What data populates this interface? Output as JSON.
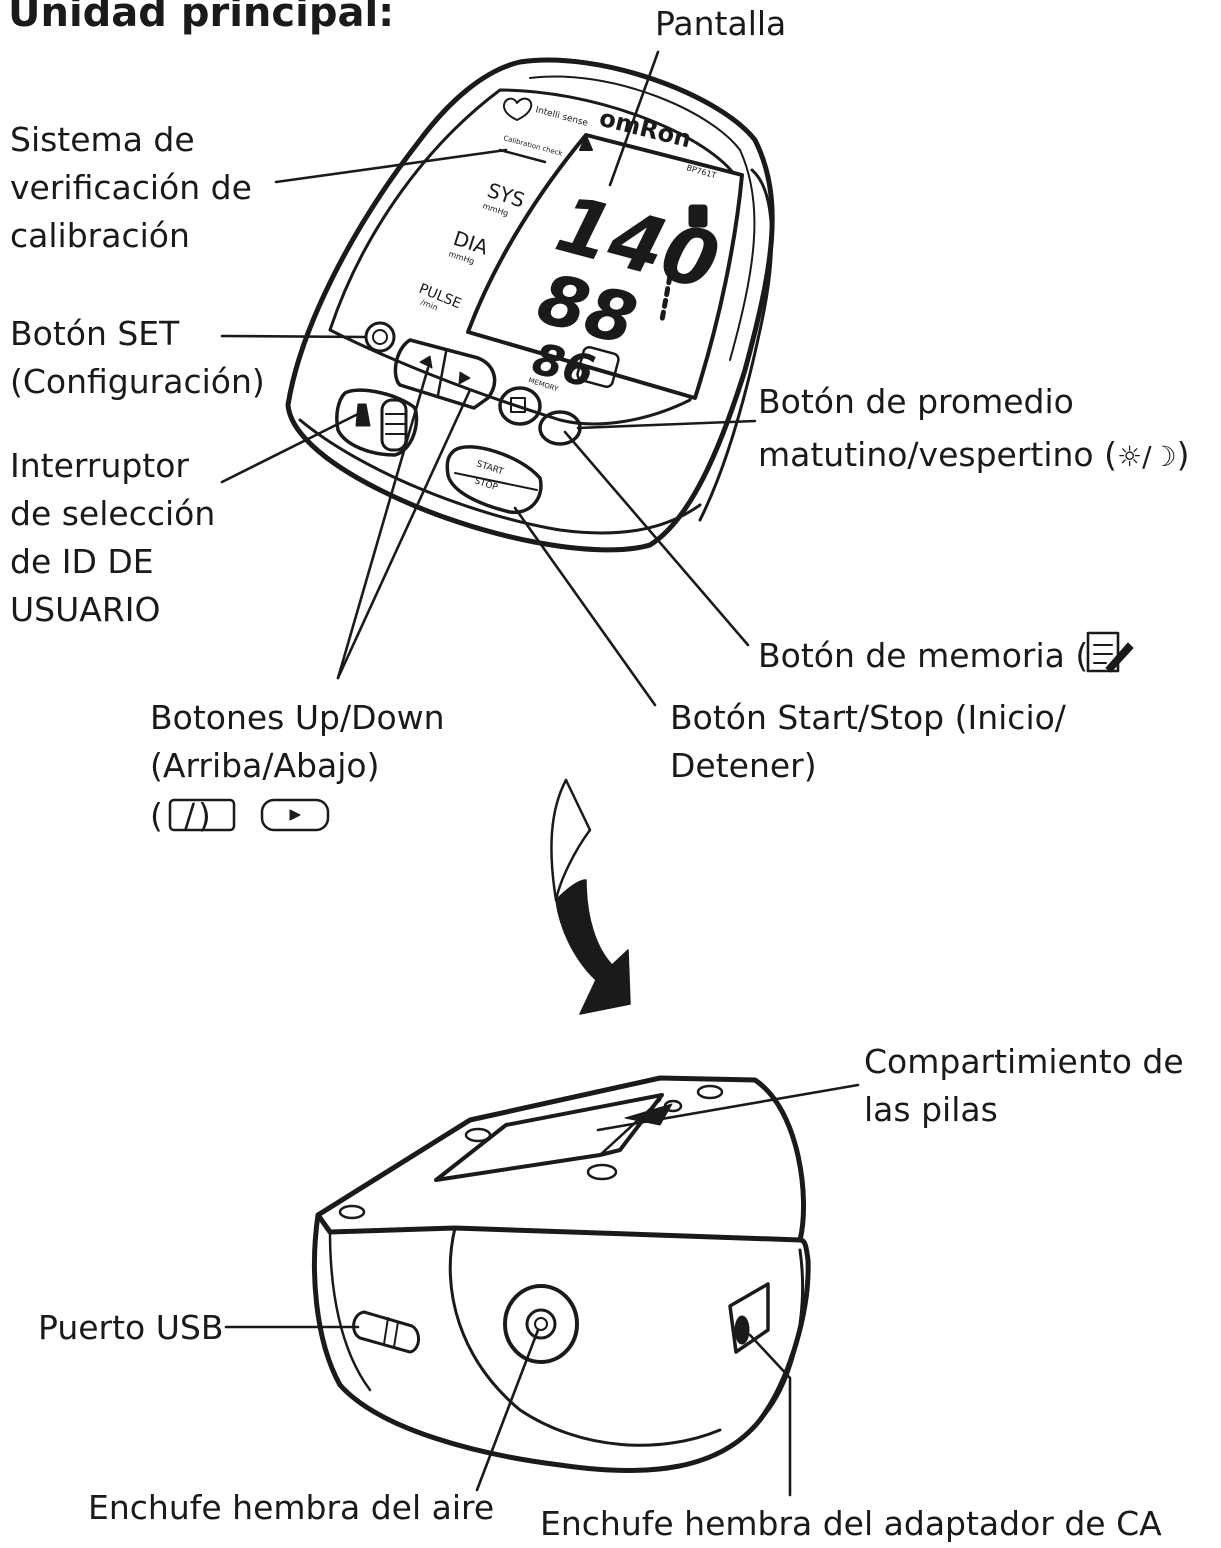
{
  "title": "Unidad principal:",
  "labels": {
    "display": "Pantalla",
    "calibration": [
      "Sistema de",
      "verificación de",
      "calibración"
    ],
    "set_button": [
      "Botón SET",
      "(Configuración)"
    ],
    "user_id_switch": [
      "Interruptor",
      "de selección",
      "de ID DE",
      "USUARIO"
    ],
    "average_button": [
      "Botón de promedio",
      "matutino/vespertino (",
      ")"
    ],
    "average_symbol": "☼/☽",
    "memory_button": "Botón de memoria (",
    "up_down_buttons": [
      "Botones Up/Down",
      "(Arriba/Abajo)",
      "(",
      "/",
      ")"
    ],
    "start_stop_button": [
      "Botón Start/Stop (Inicio/",
      "Detener)"
    ],
    "battery_compartment": [
      "Compartimiento de",
      "las pilas"
    ],
    "usb_port": "Puerto USB",
    "air_jack": "Enchufe hembra del aire",
    "ac_adapter_jack": "Enchufe hembra del adaptador de CA"
  },
  "device": {
    "brand": "omRon",
    "model": "BP761T",
    "display_sys": "140",
    "display_dia": "88",
    "display_pulse": "86",
    "panel_sys": "SYS",
    "panel_sys_unit": "mmHg",
    "panel_dia": "DIA",
    "panel_dia_unit": "mmHg",
    "panel_pulse": "PULSE",
    "panel_pulse_unit": "/min",
    "intellisense": "Intelli sense",
    "calibration_check": "Calibration check",
    "memory": "MEMORY",
    "start": "START",
    "stop": "STOP"
  }
}
